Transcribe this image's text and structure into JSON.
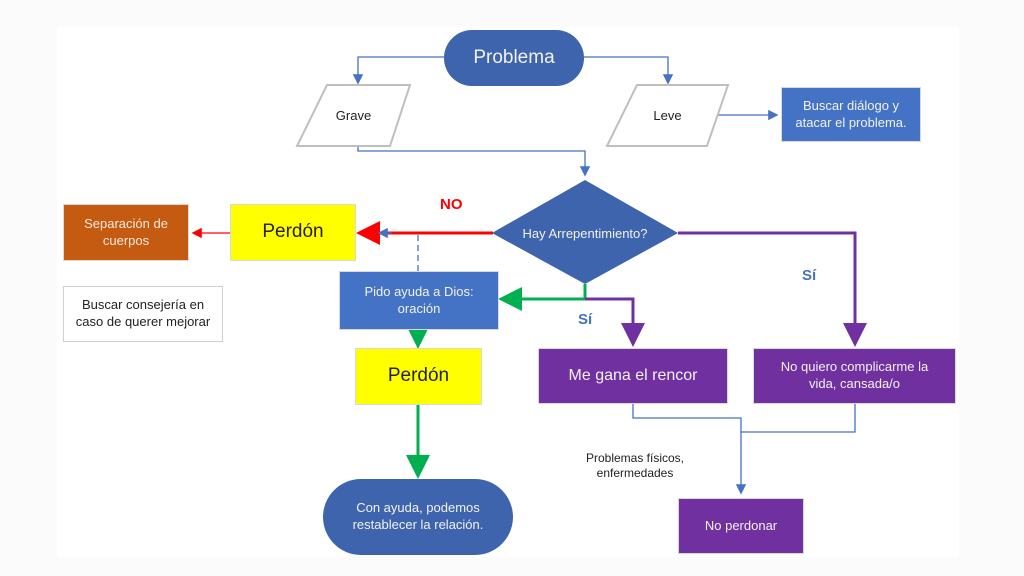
{
  "diagram": {
    "start": "Problema",
    "grave": "Grave",
    "leve": "Leve",
    "leve_action": "Buscar diálogo y atacar el problema.",
    "decision": "Hay Arrepentimiento?",
    "no_label": "NO",
    "si_label_left": "Sí",
    "si_label_right": "Sí",
    "perdon_top": "Perdón",
    "separacion": "Separación de cuerpos",
    "consejeria": "Buscar consejería en caso de querer mejorar",
    "pido_ayuda": "Pido ayuda a Dios: oración",
    "perdon_bottom": "Perdón",
    "con_ayuda": "Con ayuda, podemos restablecer la relación.",
    "rencor": "Me gana el rencor",
    "no_quiero": "No quiero complicarme la vida, cansada/o",
    "problemas": "Problemas físicos, enfermedades",
    "no_perdonar": "No perdonar"
  },
  "colors": {
    "connector_blue": "#4472c4",
    "connector_red": "#ff0000",
    "connector_green": "#00b050",
    "connector_purple": "#7030a0",
    "no_label": "#ff0000",
    "si_label": "#4472c4"
  }
}
